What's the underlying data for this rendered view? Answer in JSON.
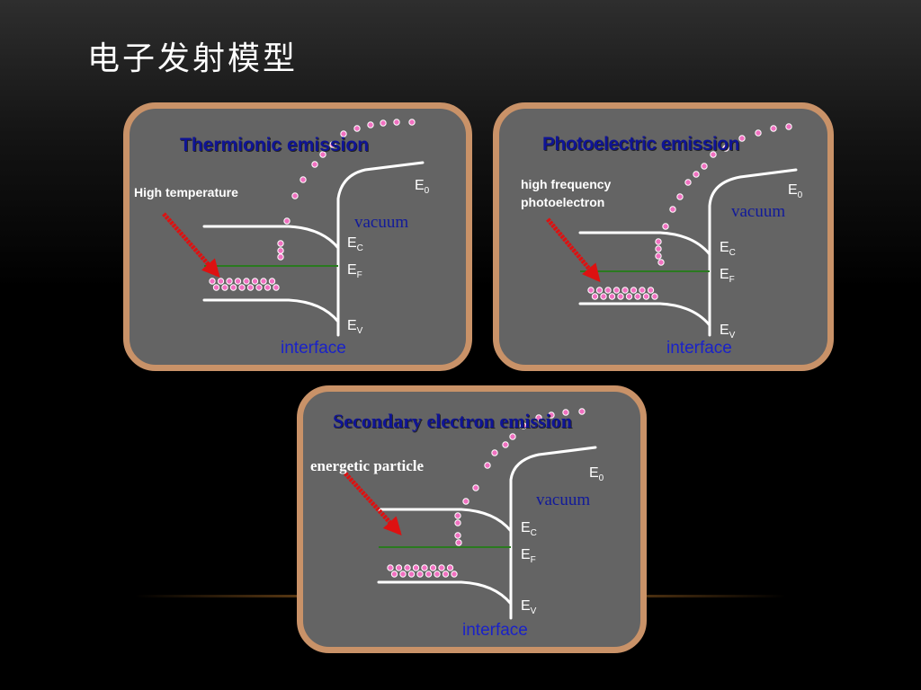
{
  "slide": {
    "title": "电子发射模型"
  },
  "colors": {
    "panel_fill": "#646464",
    "panel_border": "#c99268",
    "band_lines": "#ffffff",
    "fermi_level": "#2a7a1f",
    "electrons": "#f070c0",
    "arrow": "#dd1111",
    "title_text": "#0f1495"
  },
  "panels": [
    {
      "id": "thermionic",
      "title": "Thermionic emission",
      "cause": [
        "High temperature"
      ],
      "labels": {
        "e0": "E",
        "e0_sub": "0",
        "ec": "E",
        "ec_sub": "C",
        "ef": "E",
        "ef_sub": "F",
        "ev": "E",
        "ev_sub": "V",
        "vacuum": "vacuum",
        "interface": "interface"
      }
    },
    {
      "id": "photoelectric",
      "title": "Photoelectric emission",
      "cause": [
        "high frequency",
        "photoelectron"
      ],
      "labels": {
        "e0": "E",
        "e0_sub": "0",
        "ec": "E",
        "ec_sub": "C",
        "ef": "E",
        "ef_sub": "F",
        "ev": "E",
        "ev_sub": "V",
        "vacuum": "vacuum",
        "interface": "interface"
      }
    },
    {
      "id": "secondary",
      "title": "Secondary electron emission",
      "cause": [
        "energetic particle"
      ],
      "labels": {
        "e0": "E",
        "e0_sub": "0",
        "ec": "E",
        "ec_sub": "C",
        "ef": "E",
        "ef_sub": "F",
        "ev": "E",
        "ev_sub": "V",
        "vacuum": "vacuum",
        "interface": "interface"
      }
    }
  ]
}
